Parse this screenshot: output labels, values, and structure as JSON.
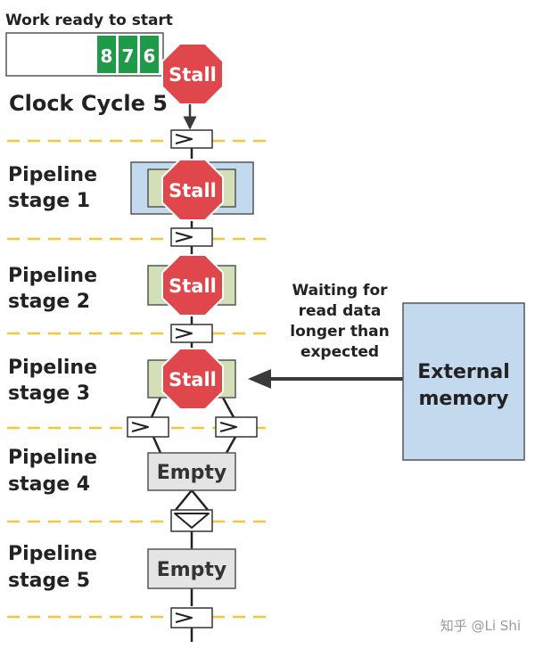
{
  "header": {
    "queue_label": "Work ready to start",
    "queue_items": [
      "8",
      "7",
      "6"
    ],
    "clock_cycle": "Clock Cycle 5"
  },
  "stages": [
    {
      "line1": "Pipeline",
      "line2": "stage 1"
    },
    {
      "line1": "Pipeline",
      "line2": "stage 2"
    },
    {
      "line1": "Pipeline",
      "line2": "stage 3"
    },
    {
      "line1": "Pipeline",
      "line2": "stage 4"
    },
    {
      "line1": "Pipeline",
      "line2": "stage 5"
    }
  ],
  "stall_label": "Stall",
  "empty_label": "Empty",
  "annotation": {
    "line1": "Waiting for",
    "line2": "read data",
    "line3": "longer than",
    "line4": "expected"
  },
  "external_memory": {
    "line1": "External",
    "line2": "memory"
  },
  "watermark": "知乎 @Li Shi",
  "colors": {
    "stall_red": "#e0474c",
    "queue_green": "#1f9a48",
    "light_blue": "#c3d9ee",
    "op_green": "#d3dfb7",
    "empty_gray": "#e4e4e4",
    "dashed_yellow": "#f4c63d"
  }
}
